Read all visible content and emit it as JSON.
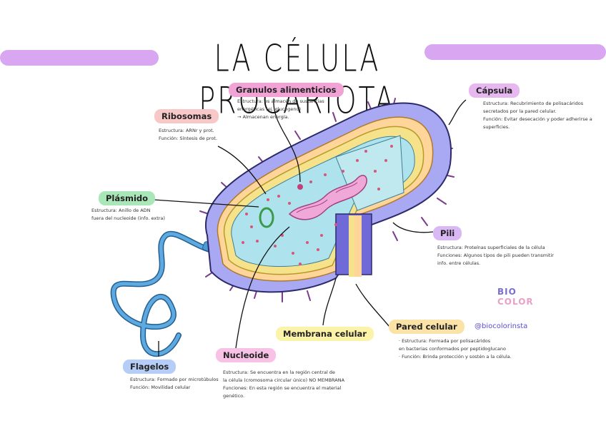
{
  "title": "LA CÉLULA PROCARIOTA",
  "colors": {
    "accent_bar": "#d9a6f2",
    "capsule": "#a9a8f2",
    "cell_wall": "#ffd59a",
    "membrane": "#f5e28a",
    "cytoplasm": "#aee3ee",
    "nucleoid": "#f0a8d8",
    "flagellum": "#4b9bd6",
    "ribosome": "#d7557a"
  },
  "labels": {
    "granulos": {
      "name": "Granulos alimenticios",
      "color": "#f2a3d6",
      "lines": [
        "Estructura: es almacén de sustancias",
        "energéticas (ej. glucógeno)",
        "→ Almacenan energía."
      ]
    },
    "ribosomas": {
      "name": "Ribosomas",
      "color": "#f8c8c8",
      "lines": [
        "Estructura: ARNr y prot.",
        "Función: Síntesis de prot."
      ]
    },
    "capsula": {
      "name": "Cápsula",
      "color": "#e7b8f0",
      "lines": [
        "Estructura: Recubrimiento de polisacáridos",
        "secretados por la pared celular.",
        "",
        "Función: Evitar desecación y poder adherirse a",
        "superficies."
      ]
    },
    "plasmido": {
      "name": "Plásmido",
      "color": "#a9e6b8",
      "lines": [
        "Estructura: Anillo de ADN",
        "fuera del nucleoide (info. extra)"
      ]
    },
    "pili": {
      "name": "Pili",
      "color": "#d9b8f5",
      "lines": [
        "Estructura: Proteínas superficiales de la célula",
        "Funciones: Algunos tipos de pili pueden transmitir",
        "info. entre células."
      ]
    },
    "flagelos": {
      "name": "Flagelos",
      "color": "#b6cdf7",
      "lines": [
        "Estructura: Formado por microtúbulos",
        "Función: Movilidad celular"
      ]
    },
    "nucleoide": {
      "name": "Nucleoide",
      "color": "#f7c2e6",
      "lines": [
        "Estructura: Se encuentra en la región central de",
        "la célula (cromosoma circular único) NO MEMBRANA",
        "Funciones: En esta región se encuentra el material",
        "genético."
      ]
    },
    "membrana": {
      "name": "Membrana celular",
      "color": "#fbf3a8",
      "lines": []
    },
    "pared": {
      "name": "Pared celular",
      "color": "#fbe3a8",
      "lines": [
        "· Estructura: Formada por polisacáridos",
        "  en bacterias conformados por peptidoglucano",
        "· Función: Brinda protección y sostén a la célula."
      ]
    }
  },
  "logo": {
    "line1": "BIO",
    "line2": "COLOR"
  },
  "handle": "@biocolorinsta"
}
